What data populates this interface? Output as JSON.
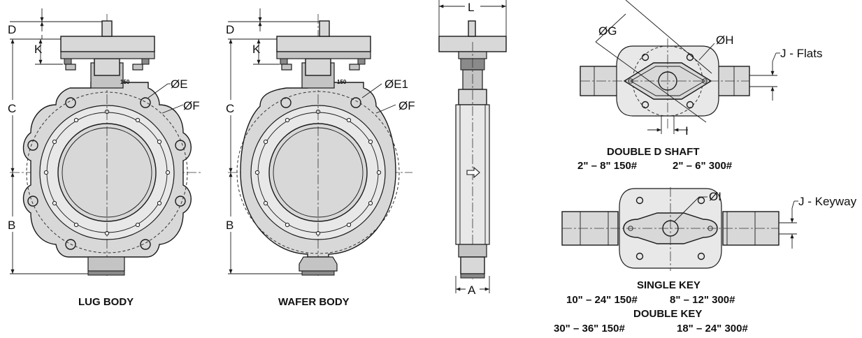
{
  "lug": {
    "title": "LUG BODY",
    "dim_d": "D",
    "dim_k": "K",
    "dim_c": "C",
    "dim_b": "B",
    "callout_e": "ØE",
    "callout_f": "ØF",
    "rating": "150"
  },
  "wafer": {
    "title": "WAFER BODY",
    "dim_d": "D",
    "dim_k": "K",
    "dim_c": "C",
    "dim_b": "B",
    "callout_e1": "ØE1",
    "callout_f": "ØF",
    "rating": "150"
  },
  "side": {
    "dim_l": "L",
    "dim_a": "A"
  },
  "double_d": {
    "callout_g": "ØG",
    "callout_h": "ØH",
    "flats": "J - Flats",
    "dim_i": "I",
    "title": "DOUBLE D SHAFT",
    "sizes_150": "2\" – 8\" 150#",
    "sizes_300": "2\" – 6\" 300#"
  },
  "single_key": {
    "callout_i": "ØI",
    "keyway": "J - Keyway",
    "title": "SINGLE KEY",
    "sizes_150": "10\" – 24\" 150#",
    "sizes_300": "8\" – 12\" 300#"
  },
  "double_key": {
    "title": "DOUBLE KEY",
    "sizes_150": "30\" – 36\" 150#",
    "sizes_300": "18\" – 24\" 300#"
  }
}
